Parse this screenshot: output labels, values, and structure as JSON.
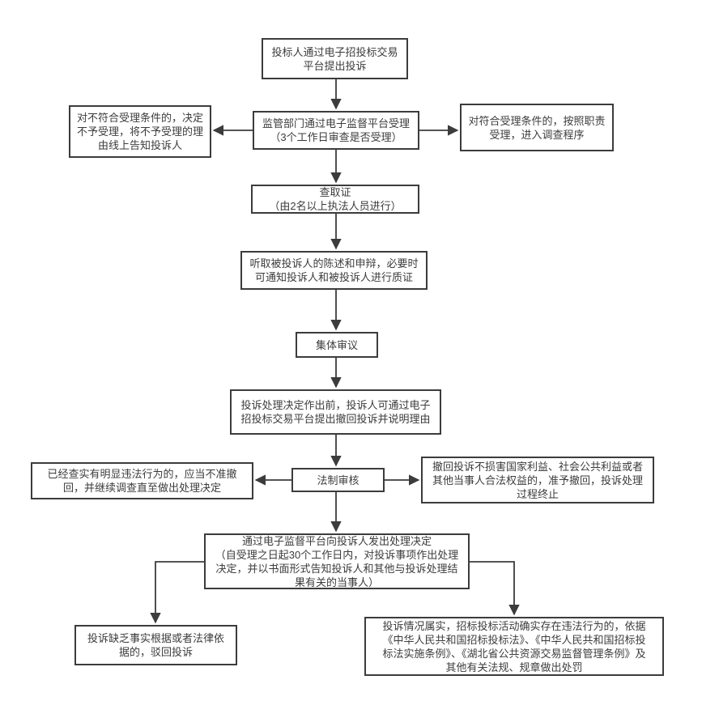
{
  "diagram": {
    "type": "flowchart",
    "language": "zh-CN",
    "colors": {
      "background": "#ffffff",
      "box_fill": "#ffffff",
      "box_border": "#3c3c3c",
      "text": "#3c3c3c",
      "arrow": "#3c3c3c"
    }
  },
  "nodes": {
    "submit": {
      "label": "投标人通过电子招投标交易\n平台提出投诉"
    },
    "accept": {
      "label": "监管部门通过电子监督平台受理\n（3个工作日审查是否受理）"
    },
    "reject_accept": {
      "label": "对不符合受理条件的，决定\n不予受理，将不予受理的理\n由线上告知投诉人"
    },
    "meet_accept": {
      "label": "对符合受理条件的，按照职责\n受理，进入调查程序"
    },
    "evidence": {
      "label": "查取证\n（由2名以上执法人员进行）"
    },
    "hearing": {
      "label": "听取被投诉人的陈述和申辩，必要时\n可通知投诉人和被投诉人进行质证"
    },
    "review": {
      "label": "集体审议"
    },
    "withdraw": {
      "label": "投诉处理决定作出前，投诉人可通过电子\n招投标交易平台提出撤回投诉并说明理由"
    },
    "legal": {
      "label": "法制审核"
    },
    "no_withdraw": {
      "label": "已经查实有明显违法行为的，应当不准撤\n回，并继续调查直至做出处理决定"
    },
    "allow_withdraw": {
      "label": "撤回投诉不损害国家利益、社会公共利益或者\n其他当事人合法权益的，准予撤回，投诉处理\n过程终止"
    },
    "decision": {
      "label": "通过电子监督平台向投诉人发出处理决定\n（自受理之日起30个工作日内，对投诉事项作出处理\n决定，并以书面形式告知投诉人和其他与投诉处理结\n果有关的当事人）"
    },
    "dismiss": {
      "label": "投诉缺乏事实根据或者法律依\n据的，驳回投诉"
    },
    "punish": {
      "label": "投诉情况属实，招标投标活动确实存在违法行为的，依据\n《中华人民共和国招标投标法》、《中华人民共和国招标投\n标法实施条例》、《湖北省公共资源交易监督管理条例》及\n其他有关法规、规章做出处罚"
    }
  },
  "edges": [
    {
      "from": "submit",
      "to": "accept"
    },
    {
      "from": "accept",
      "to": "reject_accept"
    },
    {
      "from": "accept",
      "to": "meet_accept"
    },
    {
      "from": "accept",
      "to": "evidence"
    },
    {
      "from": "evidence",
      "to": "hearing"
    },
    {
      "from": "hearing",
      "to": "review"
    },
    {
      "from": "review",
      "to": "withdraw"
    },
    {
      "from": "withdraw",
      "to": "legal"
    },
    {
      "from": "legal",
      "to": "no_withdraw"
    },
    {
      "from": "legal",
      "to": "allow_withdraw"
    },
    {
      "from": "legal",
      "to": "decision"
    },
    {
      "from": "decision",
      "to": "dismiss"
    },
    {
      "from": "decision",
      "to": "punish"
    }
  ]
}
